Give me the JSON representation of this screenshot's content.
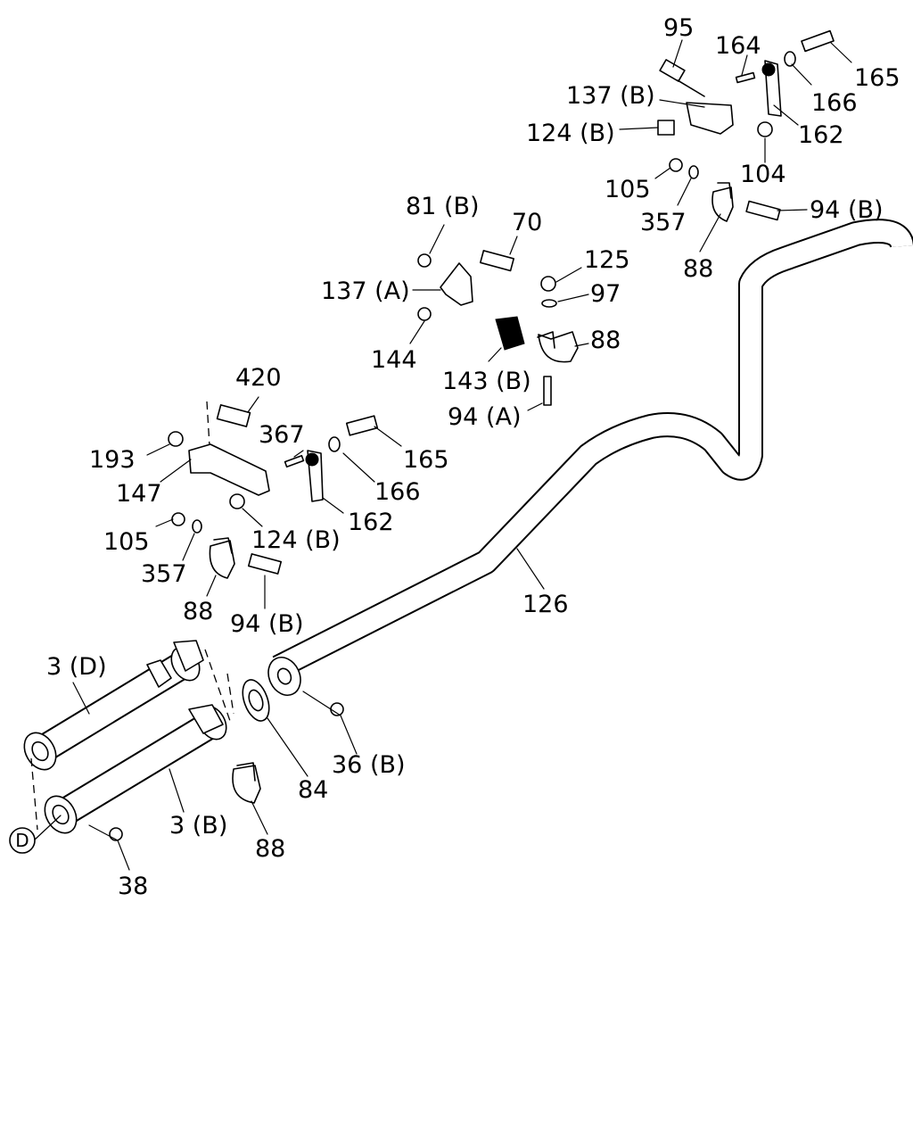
{
  "callouts": {
    "p95": "95",
    "p164": "164",
    "p165_top": "165",
    "p137b": "137 (B)",
    "p166_top": "166",
    "p124b_top": "124 (B)",
    "p162_top": "162",
    "p104": "104",
    "p105_top": "105",
    "p357_top": "357",
    "p94b_top": "94 (B)",
    "p88_top": "88",
    "p81b": "81 (B)",
    "p70": "70",
    "p137a": "137 (A)",
    "p125": "125",
    "p97": "97",
    "p144": "144",
    "p88_mid": "88",
    "p143b": "143 (B)",
    "p94a": "94 (A)",
    "p420": "420",
    "p367": "367",
    "p193": "193",
    "p165_mid": "165",
    "p147": "147",
    "p166_mid": "166",
    "p162_mid": "162",
    "p105_mid": "105",
    "p124b_mid": "124 (B)",
    "p357_mid": "357",
    "p88_left": "88",
    "p94b_mid": "94 (B)",
    "p126": "126",
    "p3d": "3 (D)",
    "p84": "84",
    "p36b": "36 (B)",
    "p3b": "3 (B)",
    "p88_bottom": "88",
    "p38": "38",
    "ref_d": "D"
  }
}
